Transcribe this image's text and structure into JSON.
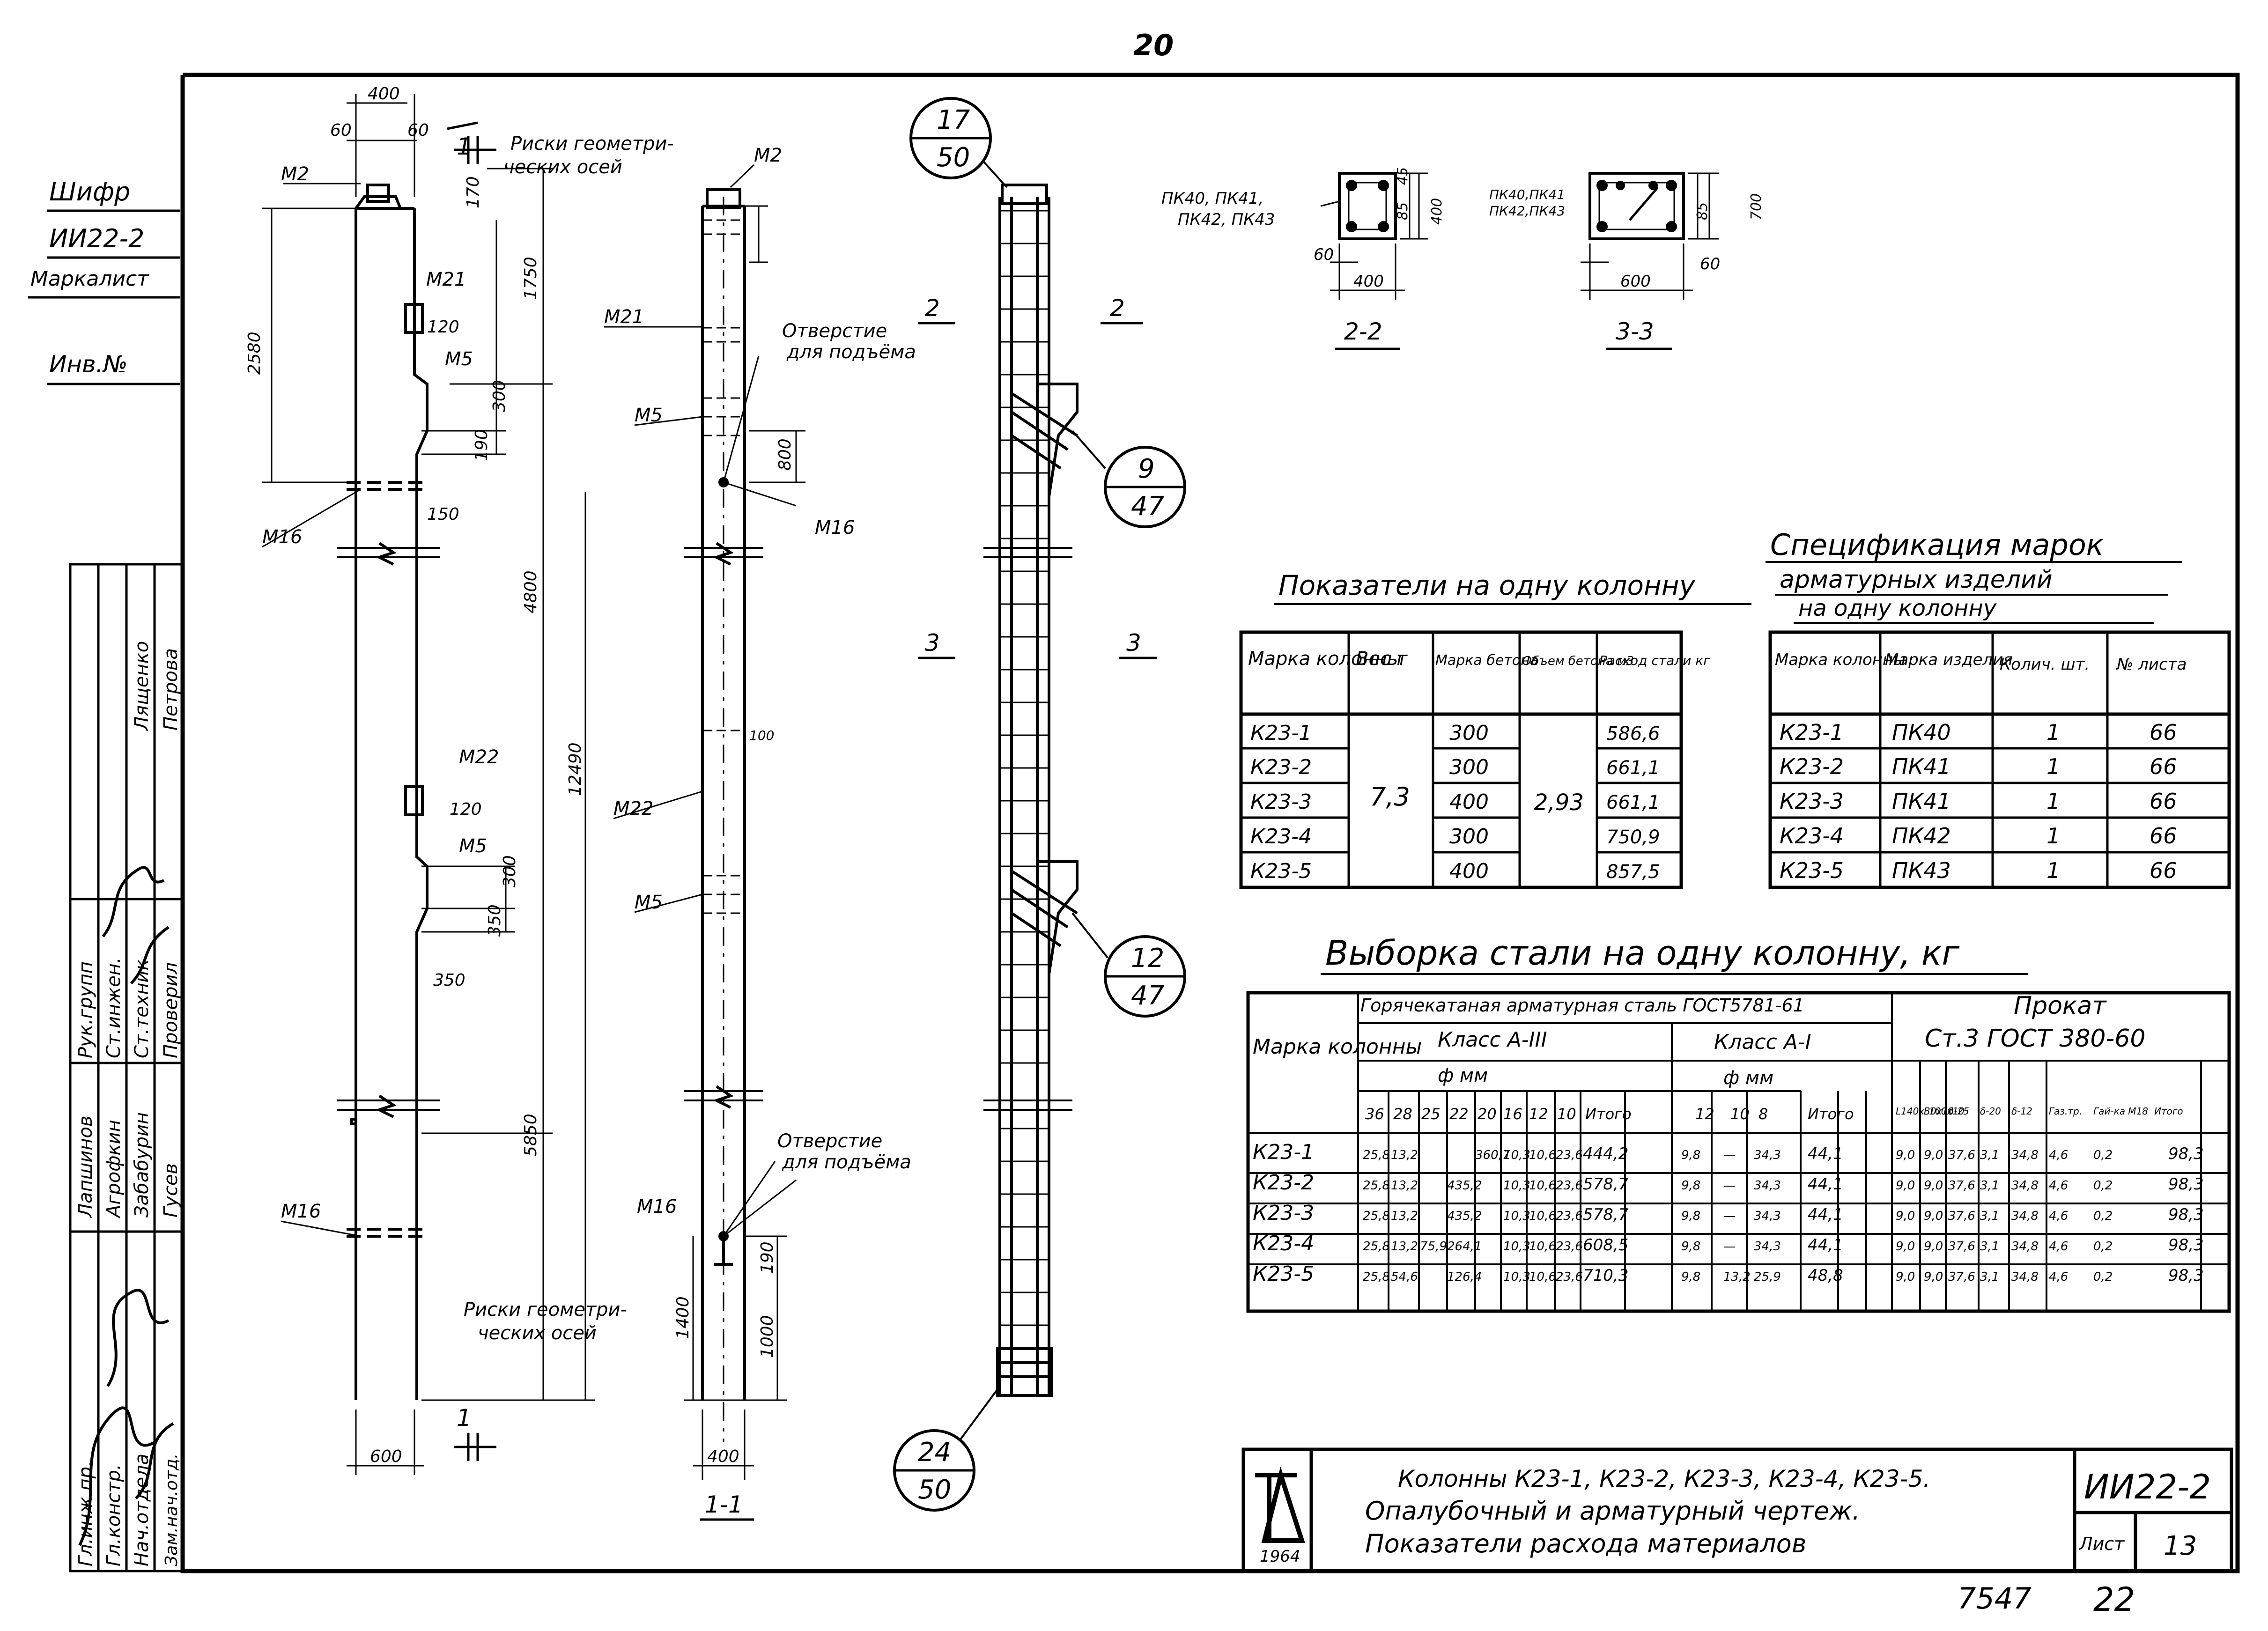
{
  "page": {
    "number": "20",
    "sheet_stamp": "7547",
    "page_stamp": "22"
  },
  "side_stamp": {
    "shifr_label": "Шифр",
    "shifr_value": "ИИ22-2",
    "marka_list": "Маркалист",
    "inv_no": "Инв.№"
  },
  "sign_block": {
    "roles": [
      "Гл.инж.пр.",
      "Гл.констр.",
      "Нач.отдела",
      "Зам.нач.отд.",
      "Рук.групп",
      "Ст.инжен.",
      "Ст.техник",
      "Проверил"
    ],
    "names": [
      "Лапшинов",
      "Агрофкин",
      "Забабурин",
      "Гусев",
      "Лященко",
      "Петрова"
    ]
  },
  "drawing": {
    "labels": {
      "m2": "М2",
      "m21": "М21",
      "m5": "М5",
      "m16": "М16",
      "m22": "М22",
      "risk_geom_1": "Риски геометри-",
      "risk_geom_2": "ческих осей",
      "otv_1": "Отверстие",
      "otv_2": "для подъёма",
      "sec1": "1",
      "sec2": "2",
      "sec3": "3",
      "sec_11": "1-1",
      "sec_22": "2-2",
      "sec_33": "3-3",
      "pk_a": "ПК40, ПК41,",
      "pk_b": "ПК42, ПК43",
      "pk_c": "ПК40,ПК41",
      "pk_d": "ПК42,ПК43"
    },
    "dims": [
      "400",
      "60",
      "60",
      "170",
      "1750",
      "2580",
      "120",
      "300",
      "190",
      "150",
      "4800",
      "12490",
      "800",
      "120",
      "300",
      "350",
      "350",
      "5850",
      "1400",
      "190",
      "1000",
      "600",
      "400",
      "100",
      "45",
      "400",
      "85",
      "60",
      "400",
      "600",
      "60",
      "700",
      "85"
    ],
    "callouts": [
      {
        "top": "17",
        "bottom": "50"
      },
      {
        "top": "9",
        "bottom": "47"
      },
      {
        "top": "12",
        "bottom": "47"
      },
      {
        "top": "24",
        "bottom": "50"
      }
    ]
  },
  "indicators": {
    "title": "Показатели на одну колонну",
    "headers": [
      "Марка колонны",
      "Вес т",
      "Марка бетона",
      "Объем бетона м3",
      "Расход стали кг"
    ],
    "weight": "7,3",
    "volume": "2,93",
    "rows": [
      [
        "К23-1",
        "300",
        "586,6"
      ],
      [
        "К23-2",
        "300",
        "661,1"
      ],
      [
        "К23-3",
        "400",
        "661,1"
      ],
      [
        "К23-4",
        "300",
        "750,9"
      ],
      [
        "К23-5",
        "400",
        "857,5"
      ]
    ]
  },
  "spec": {
    "title_1": "Спецификация марок",
    "title_2": "арматурных изделий",
    "title_3": "на одну колонну",
    "headers": [
      "Марка колонны",
      "Марка изделия",
      "Колич. шт.",
      "№ листа"
    ],
    "rows": [
      [
        "К23-1",
        "ПК40",
        "1",
        "66"
      ],
      [
        "К23-2",
        "ПК41",
        "1",
        "66"
      ],
      [
        "К23-3",
        "ПК41",
        "1",
        "66"
      ],
      [
        "К23-4",
        "ПК42",
        "1",
        "66"
      ],
      [
        "К23-5",
        "ПК43",
        "1",
        "66"
      ]
    ]
  },
  "steel": {
    "title": "Выборка стали на одну колонну, кг",
    "h_marka": "Марка колонны",
    "h_hot": "Горячекатаная арматурная сталь ГОСТ5781-61",
    "h_a3": "Класс А-III",
    "h_a1": "Класс А-I",
    "h_dia": "ф мм",
    "h_prokat": "Прокат",
    "h_gost": "Ст.3 ГОСТ 380-60",
    "sub_a3": [
      "36",
      "28",
      "25",
      "22",
      "20",
      "16",
      "12",
      "10",
      "Итого"
    ],
    "sub_a1": [
      "12",
      "10",
      "8",
      "Итого"
    ],
    "sub_pr": [
      "L140х30х10",
      "L100х10",
      "δ-25",
      "δ-20",
      "δ-12",
      "Газ.тр.",
      "Гай-ка М18",
      "Итого"
    ],
    "rows": [
      [
        "К23-1",
        "25,8",
        "13,2",
        "",
        "",
        "360,7",
        "10,3",
        "10,6",
        "23,6",
        "444,2",
        "9,8",
        "—",
        "34,3",
        "44,1",
        "9,0",
        "9,0",
        "37,6",
        "3,1",
        "34,8",
        "4,6",
        "0,2",
        "98,3"
      ],
      [
        "К23-2",
        "25,8",
        "13,2",
        "",
        "435,2",
        "",
        "10,3",
        "10,6",
        "23,6",
        "578,7",
        "9,8",
        "—",
        "34,3",
        "44,1",
        "9,0",
        "9,0",
        "37,6",
        "3,1",
        "34,8",
        "4,6",
        "0,2",
        "98,3"
      ],
      [
        "К23-3",
        "25,8",
        "13,2",
        "",
        "435,2",
        "",
        "10,3",
        "10,6",
        "23,6",
        "578,7",
        "9,8",
        "—",
        "34,3",
        "44,1",
        "9,0",
        "9,0",
        "37,6",
        "3,1",
        "34,8",
        "4,6",
        "0,2",
        "98,3"
      ],
      [
        "К23-4",
        "25,8",
        "13,2",
        "75,9",
        "264,1",
        "",
        "10,3",
        "10,6",
        "23,6",
        "608,5",
        "9,8",
        "—",
        "34,3",
        "44,1",
        "9,0",
        "9,0",
        "37,6",
        "3,1",
        "34,8",
        "4,6",
        "0,2",
        "98,3"
      ],
      [
        "К23-5",
        "25,8",
        "54,6",
        "",
        "126,4",
        "",
        "10,3",
        "10,6",
        "23,6",
        "710,3",
        "9,8",
        "13,2",
        "25,9",
        "48,8",
        "9,0",
        "9,0",
        "37,6",
        "3,1",
        "34,8",
        "4,6",
        "0,2",
        "98,3"
      ]
    ]
  },
  "title_block": {
    "logo": "ТД",
    "year": "1964",
    "line1": "Колонны К23-1, К23-2, К23-3, К23-4, К23-5.",
    "line2": "Опалубочный и арматурный чертеж.",
    "line3": "Показатели расхода материалов",
    "code": "ИИ22-2",
    "sheet_label": "Лист",
    "sheet_no": "13"
  }
}
